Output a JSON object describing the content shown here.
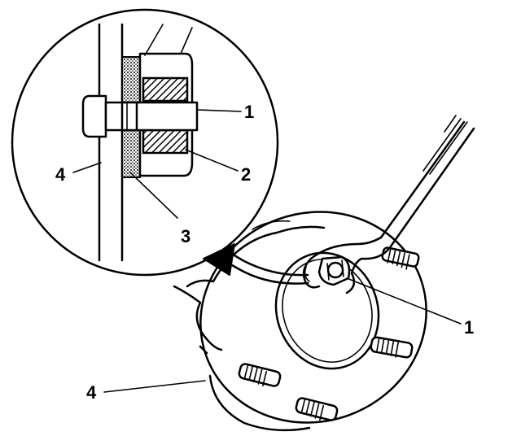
{
  "callouts": {
    "inset_1": "1",
    "inset_2": "2",
    "inset_3": "3",
    "inset_4": "4",
    "main_1": "1",
    "main_4": "4"
  },
  "colors": {
    "ink": "#000000",
    "paper": "#ffffff"
  }
}
